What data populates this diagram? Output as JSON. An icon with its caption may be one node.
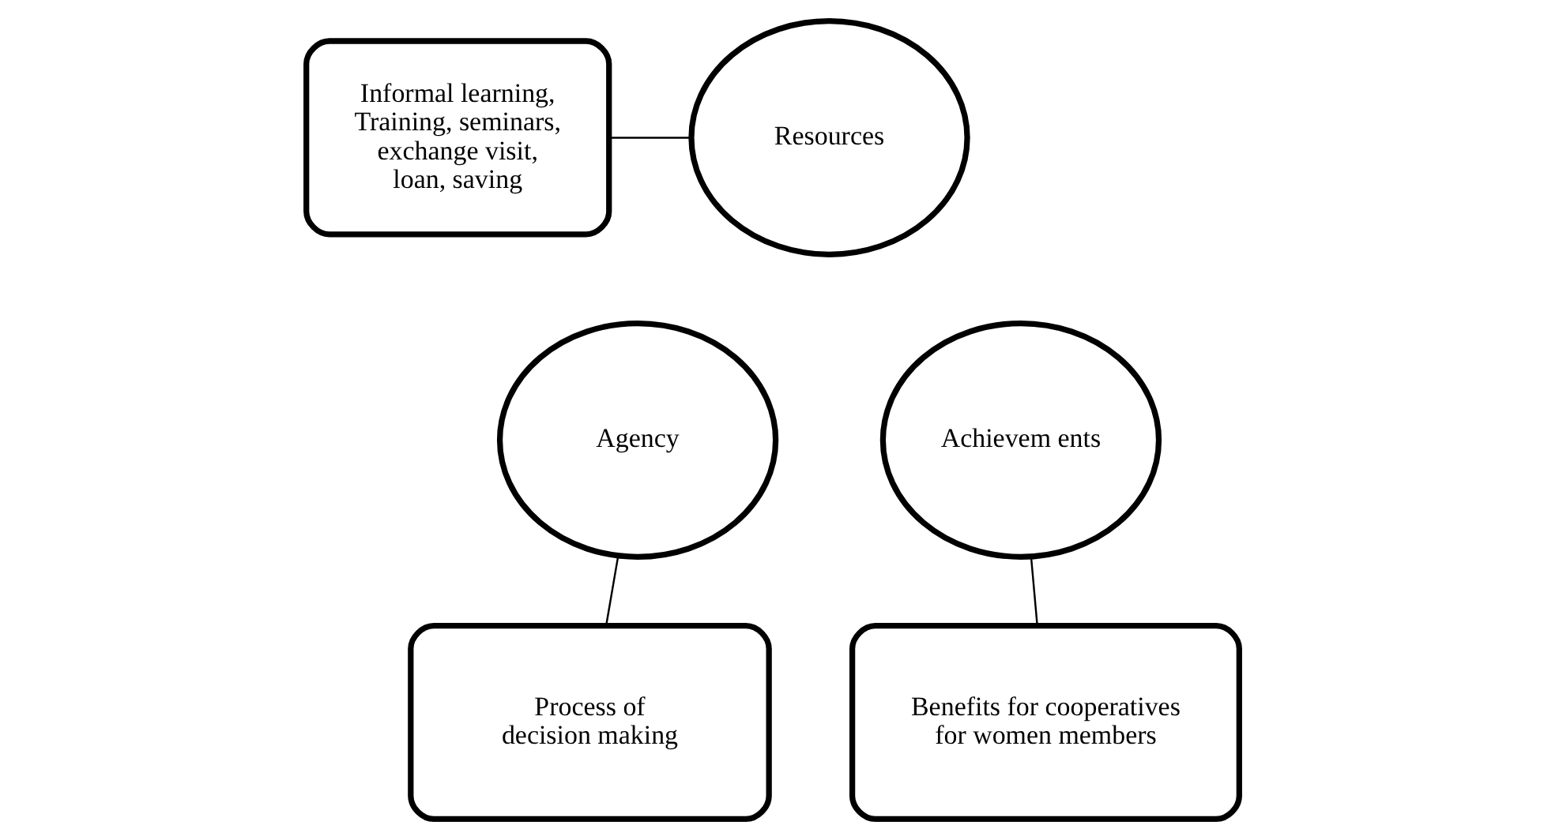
{
  "diagram": {
    "nodes": [
      {
        "text": [
          "Informal learning, Training, seminars, exchange visit, loan, saving"
        ]
      },
      {
        "text": [
          "Resources"
        ]
      },
      {
        "text": [
          "Agency"
        ]
      },
      {
        "text": [
          "Achievem ents"
        ]
      },
      {
        "text": [
          "Process of decision making"
        ]
      },
      {
        "text": [
          "Benefits for cooperatives for women members"
        ]
      }
    ],
    "edges": [
      {
        "from": 0,
        "to": 1,
        "arrow": "none"
      },
      {
        "from": 2,
        "to": 4,
        "arrow": "none"
      },
      {
        "from": 3,
        "to": 5,
        "arrow": "none"
      }
    ]
  }
}
